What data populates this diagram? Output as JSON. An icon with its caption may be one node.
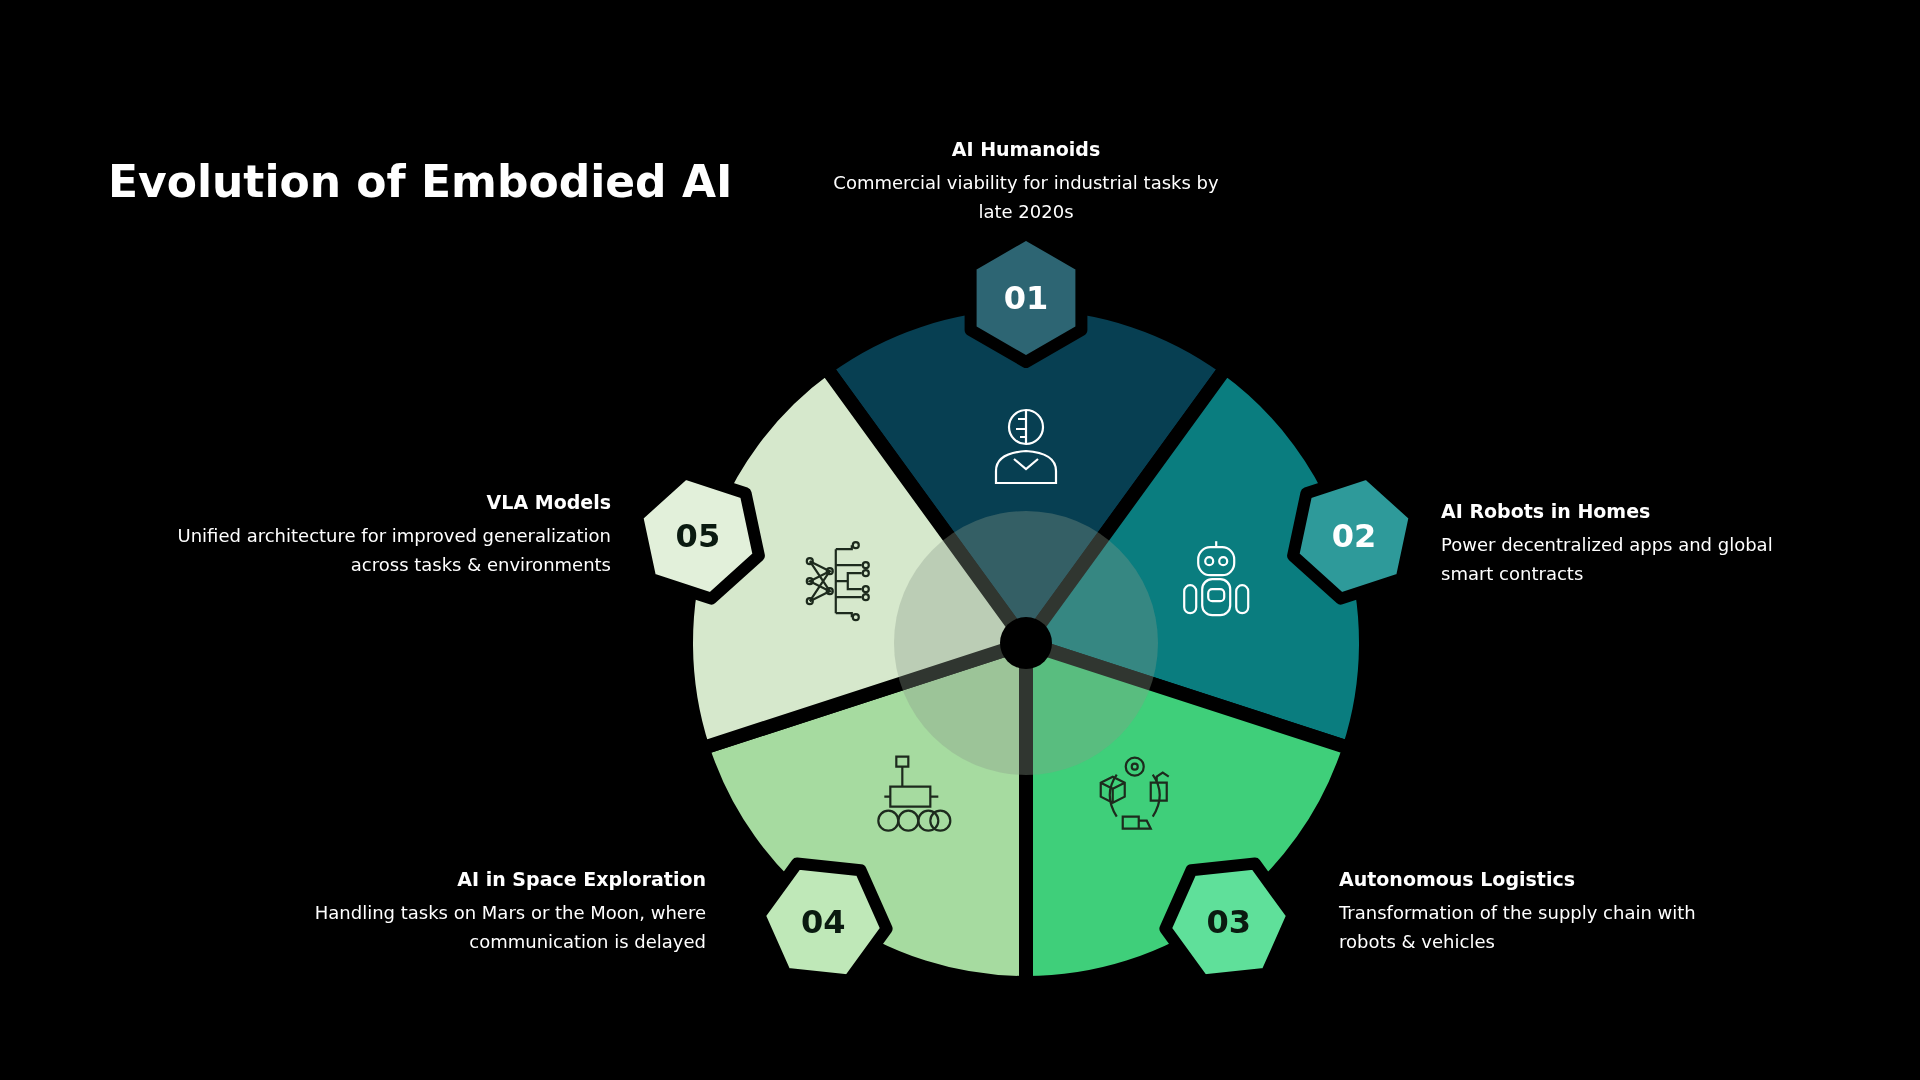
{
  "diagram": {
    "title": "Evolution of Embodied AI",
    "nodes": [
      {
        "text": [
          "01"
        ],
        "beside": [
          "AI Humanoids",
          "Commercial viability for industrial tasks by late 2020s"
        ]
      },
      {
        "text": [
          "02"
        ],
        "beside": [
          "AI Robots in Homes",
          "Power decentralized apps and global smart contracts"
        ]
      },
      {
        "text": [
          "03"
        ],
        "beside": [
          "Autonomous Logistics",
          "Transformation of the supply chain with robots & vehicles"
        ]
      },
      {
        "text": [
          "04"
        ],
        "beside": [
          "AI in Space Exploration",
          "Handling tasks on Mars or the Moon, where communication is delayed"
        ]
      },
      {
        "text": [
          "05"
        ],
        "beside": [
          "VLA Models",
          "Unified architecture for improved generalization across tasks & environments"
        ]
      }
    ],
    "edges": []
  }
}
